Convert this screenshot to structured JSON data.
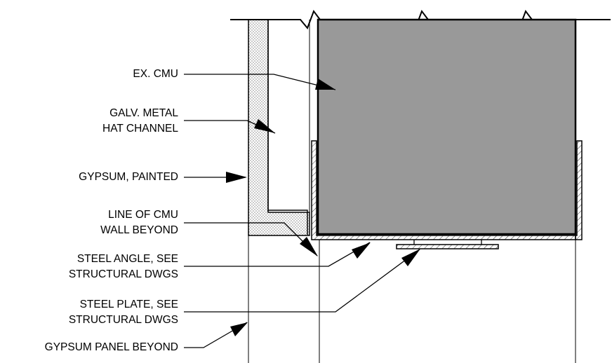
{
  "labels": {
    "ex_cmu": "EX. CMU",
    "hat_channel": [
      "GALV. METAL",
      "HAT CHANNEL"
    ],
    "gypsum_painted": "GYPSUM, PAINTED",
    "line_of_cmu": [
      "LINE OF CMU",
      "WALL BEYOND"
    ],
    "steel_angle": [
      "STEEL ANGLE, SEE",
      "STRUCTURAL DWGS"
    ],
    "steel_plate": [
      "STEEL PLATE, SEE",
      "STRUCTURAL DWGS"
    ],
    "gypsum_panel": "GYPSUM PANEL BEYOND"
  },
  "colors": {
    "cmu_fill": "#999999",
    "line": "#000000",
    "gypsum_fill": "#ffffff"
  }
}
